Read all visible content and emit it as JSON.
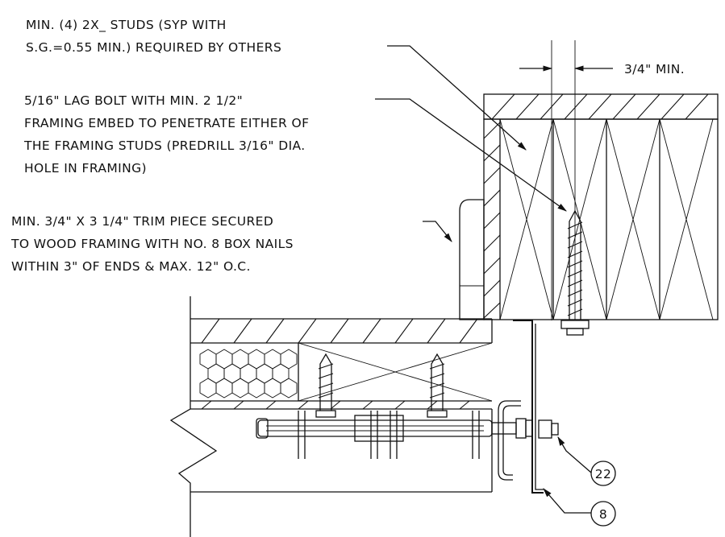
{
  "notes": {
    "studs_line1": "MIN. (4) 2X_ STUDS (SYP WITH",
    "studs_line2": "S.G.=0.55 MIN.) REQUIRED BY OTHERS",
    "lag_line1": "5/16\" LAG BOLT WITH MIN. 2 1/2\"",
    "lag_line2": "FRAMING EMBED TO PENETRATE EITHER OF",
    "lag_line3": "THE FRAMING STUDS (PREDRILL 3/16\" DIA.",
    "lag_line4": "HOLE IN FRAMING)",
    "trim_line1": "MIN. 3/4\" X 3 1/4\" TRIM PIECE SECURED",
    "trim_line2": "TO WOOD FRAMING WITH NO. 8 BOX NAILS",
    "trim_line3": "WITHIN 3\" OF ENDS & MAX. 12\" O.C."
  },
  "dimension": {
    "edge_distance": "3/4\" MIN."
  },
  "callouts": {
    "fastener_tag": "22",
    "angle_tag": "8"
  }
}
